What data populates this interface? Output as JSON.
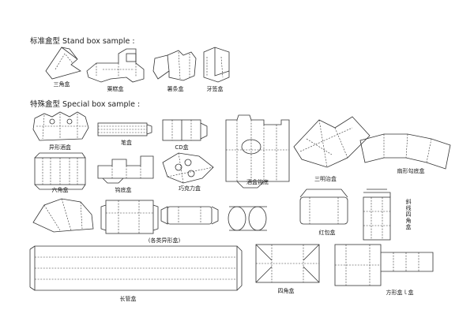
{
  "sections": {
    "stand_heading": "标准盒型 Stand box sample :",
    "special_heading": "特殊盒型 Special box sample :"
  },
  "stand_boxes": [
    {
      "label": "三角盒"
    },
    {
      "label": "粟糕盒"
    },
    {
      "label": "薯条盒"
    },
    {
      "label": "牙签盒"
    }
  ],
  "special_boxes": [
    {
      "label": "异形酒盒"
    },
    {
      "label": "笔盒"
    },
    {
      "label": "CD盒"
    },
    {
      "label": "酒盒钩底"
    },
    {
      "label": "三明治盒"
    },
    {
      "label": "扇形勾底盒"
    },
    {
      "label": "六角盒"
    },
    {
      "label": "钩底盒"
    },
    {
      "label": "巧克力盒"
    },
    {
      "label": "(各类异形盒)"
    },
    {
      "label": "红包盒"
    },
    {
      "label": "斜线四角盒"
    },
    {
      "label": "长管盒"
    },
    {
      "label": "四角盒"
    },
    {
      "label": "方形盒ｌ盒"
    }
  ]
}
